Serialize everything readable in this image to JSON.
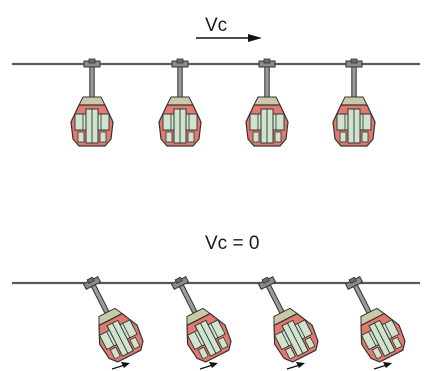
{
  "diagram": {
    "top": {
      "label": "Vc",
      "gondola_count": 4,
      "state": "moving",
      "arrow_direction": "right"
    },
    "bottom": {
      "label": "Vc = 0",
      "gondola_count": 4,
      "state": "stopped",
      "tilt": "swinging"
    }
  },
  "colors": {
    "cable": "#5a5a5a",
    "cabin_body": "#e07a6e",
    "cabin_panel": "#cfe3cd",
    "outline": "#333333",
    "arrow": "#111111"
  }
}
